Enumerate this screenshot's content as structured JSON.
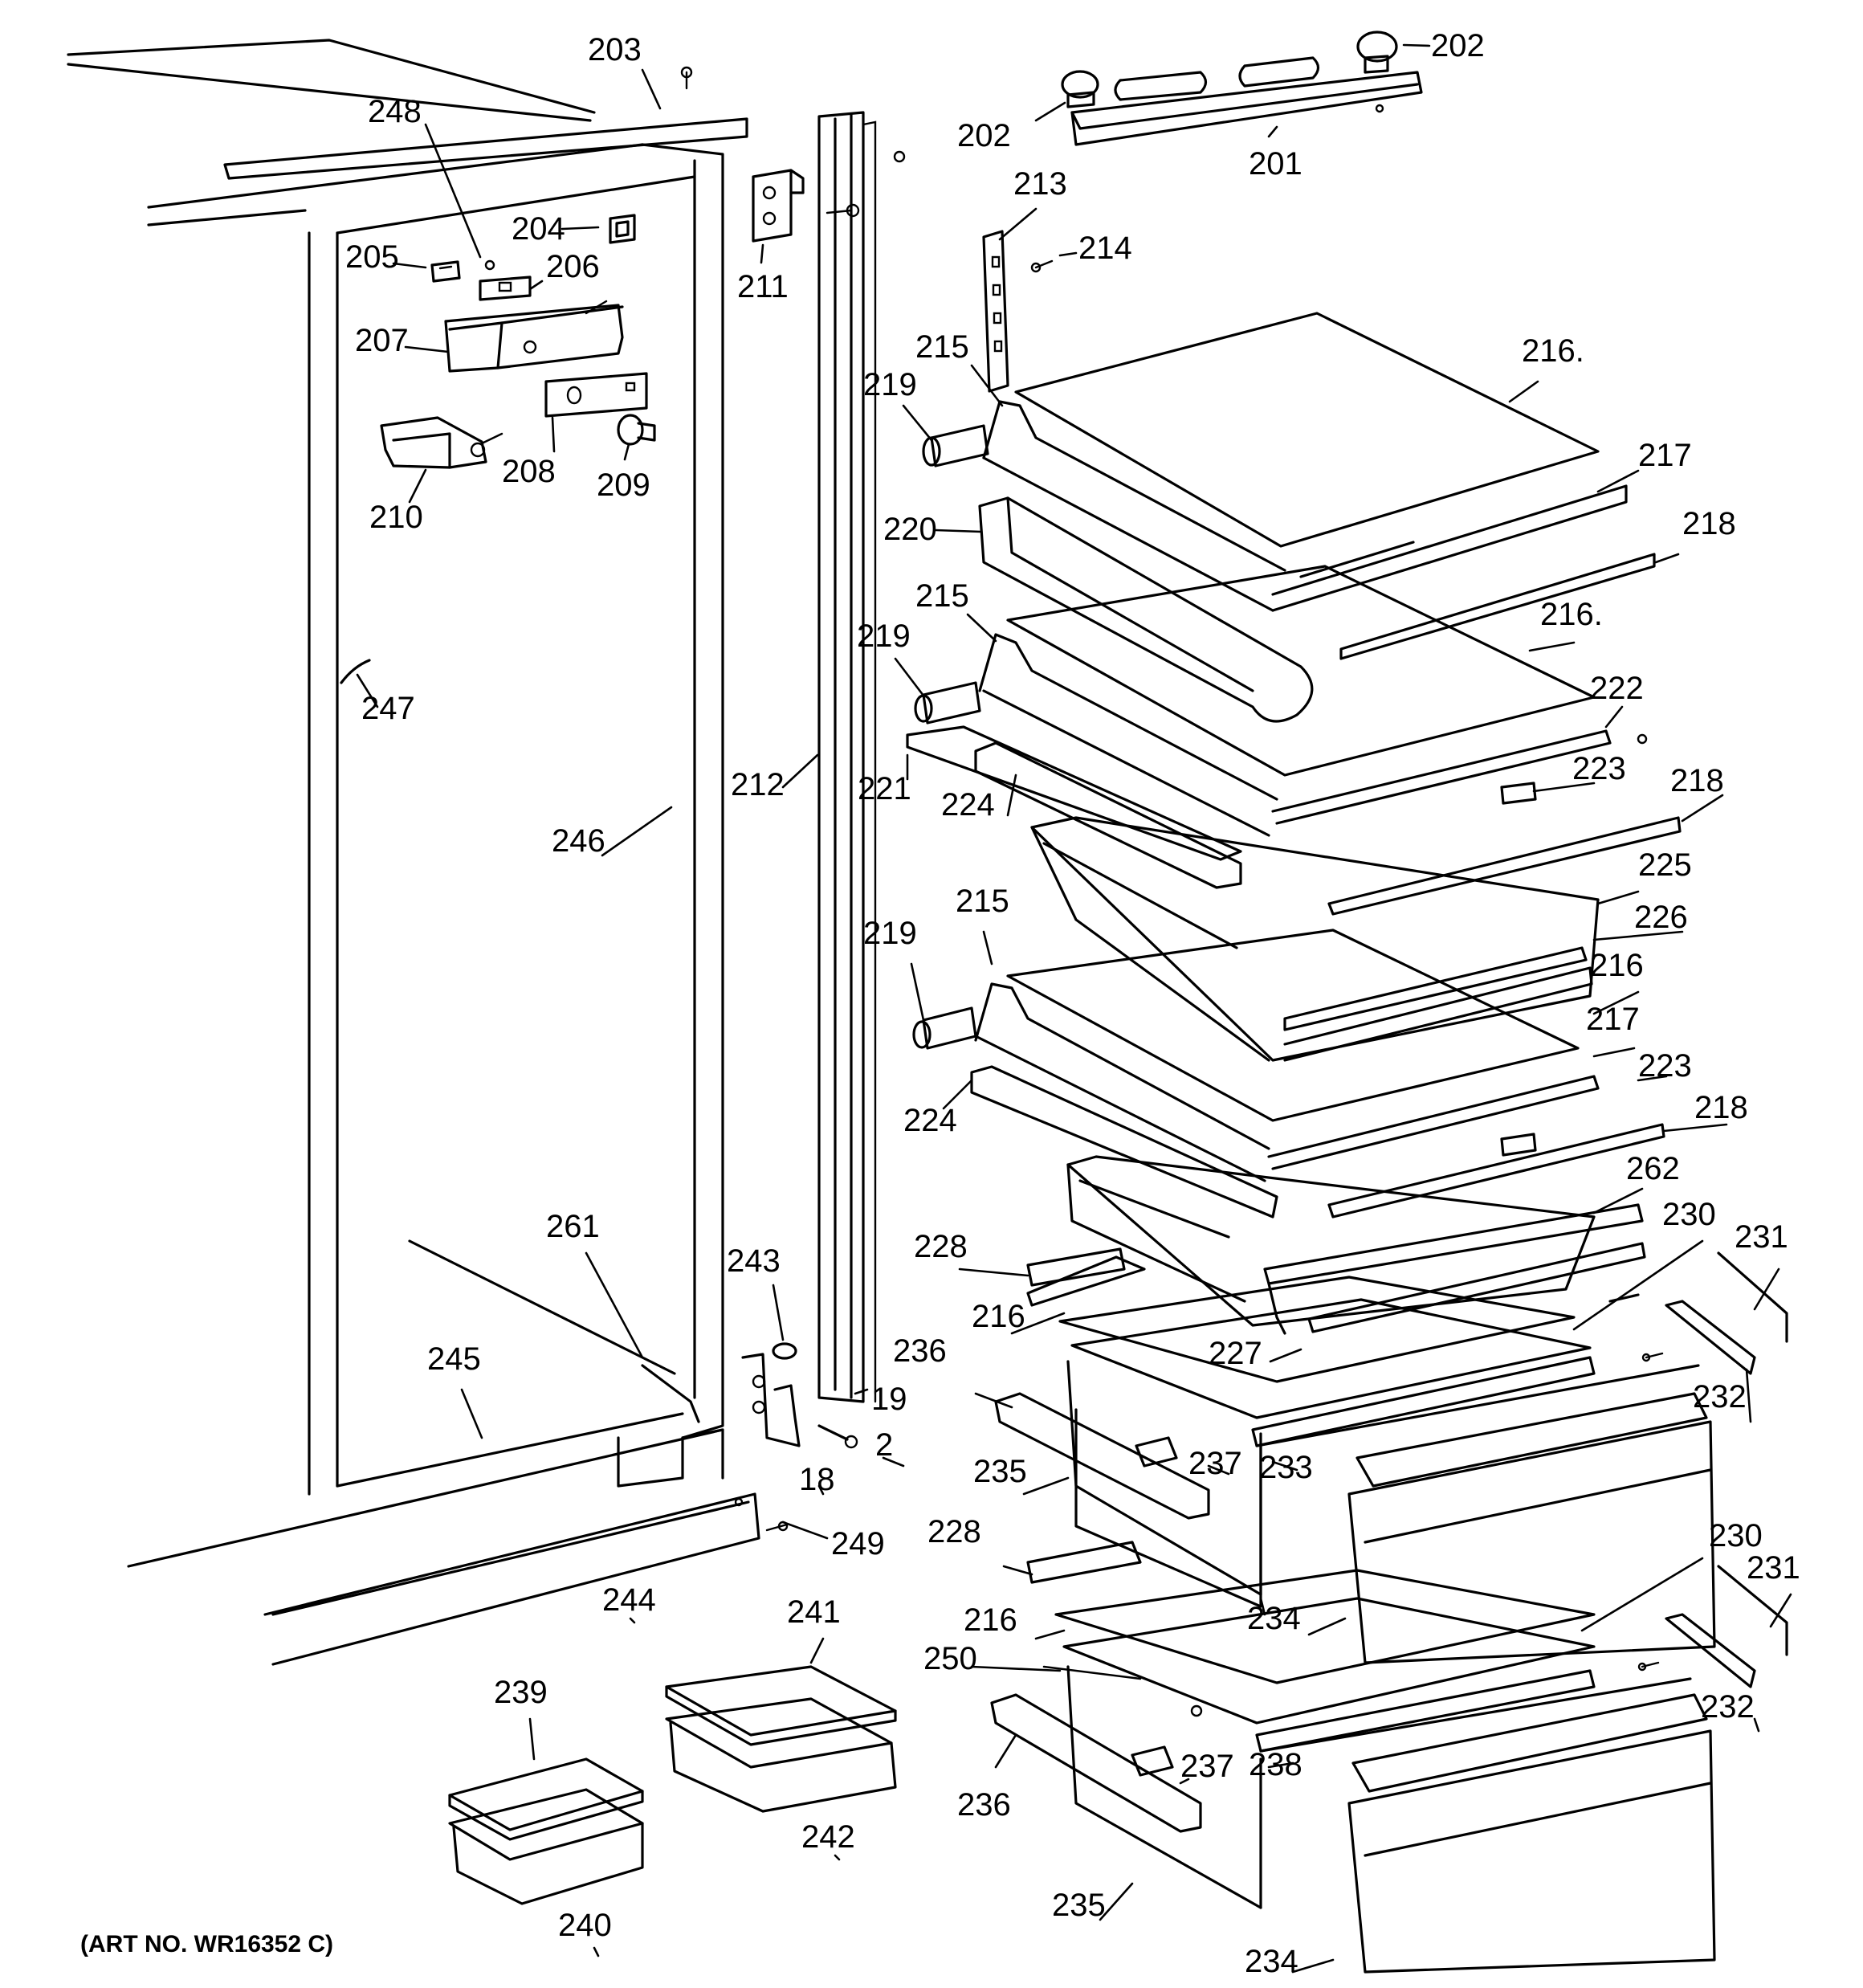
{
  "art_number": "(ART NO. WR16352 C)",
  "callouts": [
    {
      "id": "c203",
      "label": "203"
    },
    {
      "id": "c202a",
      "label": "202"
    },
    {
      "id": "c202b",
      "label": "202"
    },
    {
      "id": "c201",
      "label": "201"
    },
    {
      "id": "c248",
      "label": "248"
    },
    {
      "id": "c204",
      "label": "204"
    },
    {
      "id": "c205",
      "label": "205"
    },
    {
      "id": "c206",
      "label": "206"
    },
    {
      "id": "c207",
      "label": "207"
    },
    {
      "id": "c208",
      "label": "208"
    },
    {
      "id": "c209",
      "label": "209"
    },
    {
      "id": "c210",
      "label": "210"
    },
    {
      "id": "c211",
      "label": "211"
    },
    {
      "id": "c213",
      "label": "213"
    },
    {
      "id": "c214",
      "label": "214"
    },
    {
      "id": "c215a",
      "label": "215"
    },
    {
      "id": "c216a",
      "label": "216."
    },
    {
      "id": "c219a",
      "label": "219"
    },
    {
      "id": "c217a",
      "label": "217"
    },
    {
      "id": "c218a",
      "label": "218"
    },
    {
      "id": "c220",
      "label": "220"
    },
    {
      "id": "c215b",
      "label": "215"
    },
    {
      "id": "c219b",
      "label": "219"
    },
    {
      "id": "c216b",
      "label": "216."
    },
    {
      "id": "c247",
      "label": "247"
    },
    {
      "id": "c222",
      "label": "222"
    },
    {
      "id": "c223a",
      "label": "223"
    },
    {
      "id": "c212",
      "label": "212"
    },
    {
      "id": "c221",
      "label": "221"
    },
    {
      "id": "c224a",
      "label": "224"
    },
    {
      "id": "c218b",
      "label": "218"
    },
    {
      "id": "c246",
      "label": "246"
    },
    {
      "id": "c225",
      "label": "225"
    },
    {
      "id": "c215c",
      "label": "215"
    },
    {
      "id": "c226",
      "label": "226"
    },
    {
      "id": "c219c",
      "label": "219"
    },
    {
      "id": "c216c",
      "label": "216"
    },
    {
      "id": "c217b",
      "label": "217"
    },
    {
      "id": "c223b",
      "label": "223"
    },
    {
      "id": "c224b",
      "label": "224"
    },
    {
      "id": "c218c",
      "label": "218"
    },
    {
      "id": "c262",
      "label": "262"
    },
    {
      "id": "c261",
      "label": "261"
    },
    {
      "id": "c230a",
      "label": "230"
    },
    {
      "id": "c231a",
      "label": "231"
    },
    {
      "id": "c243",
      "label": "243"
    },
    {
      "id": "c228a",
      "label": "228"
    },
    {
      "id": "c216d",
      "label": "216"
    },
    {
      "id": "c245",
      "label": "245"
    },
    {
      "id": "c236a",
      "label": "236"
    },
    {
      "id": "c227",
      "label": "227"
    },
    {
      "id": "c19",
      "label": "19"
    },
    {
      "id": "c232a",
      "label": "232"
    },
    {
      "id": "c2",
      "label": "2"
    },
    {
      "id": "c237a",
      "label": "237"
    },
    {
      "id": "c233",
      "label": "233"
    },
    {
      "id": "c18",
      "label": "18"
    },
    {
      "id": "c235a",
      "label": "235"
    },
    {
      "id": "c249",
      "label": "249"
    },
    {
      "id": "c228b",
      "label": "228"
    },
    {
      "id": "c230b",
      "label": "230"
    },
    {
      "id": "c231b",
      "label": "231"
    },
    {
      "id": "c244",
      "label": "244"
    },
    {
      "id": "c241",
      "label": "241"
    },
    {
      "id": "c234a",
      "label": "234"
    },
    {
      "id": "c216e",
      "label": "216"
    },
    {
      "id": "c250",
      "label": "250"
    },
    {
      "id": "c239",
      "label": "239"
    },
    {
      "id": "c232b",
      "label": "232"
    },
    {
      "id": "c237b",
      "label": "237"
    },
    {
      "id": "c238",
      "label": "238"
    },
    {
      "id": "c236b",
      "label": "236"
    },
    {
      "id": "c242",
      "label": "242"
    },
    {
      "id": "c240",
      "label": "240"
    },
    {
      "id": "c235b",
      "label": "235"
    },
    {
      "id": "c234b",
      "label": "234"
    }
  ]
}
